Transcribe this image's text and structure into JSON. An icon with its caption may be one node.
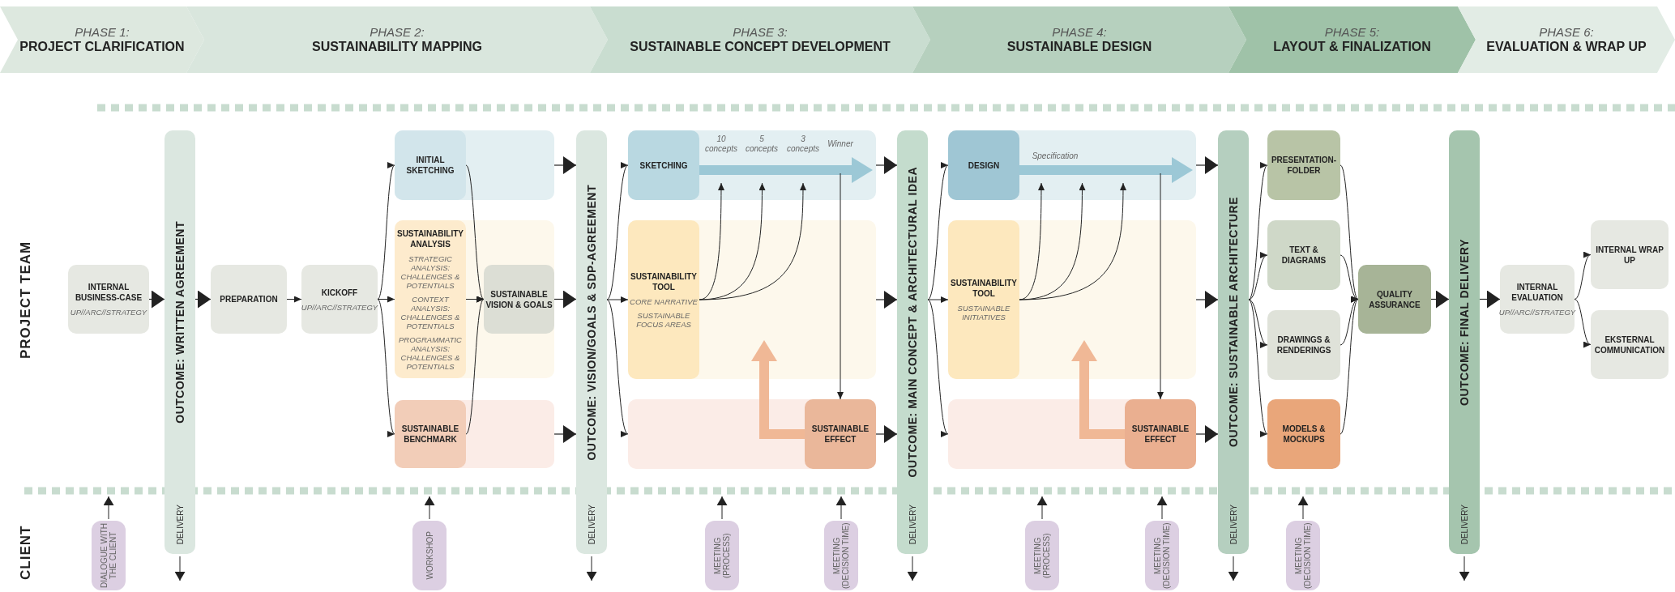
{
  "diagram": {
    "nodes": [
      {
        "text": [
          "PHASE 1:",
          "PROJECT CLARIFICATION"
        ]
      },
      {
        "text": [
          "PHASE 2:",
          "SUSTAINABILITY MAPPING"
        ]
      },
      {
        "text": [
          "PHASE 3:",
          "SUSTAINABLE CONCEPT DEVELOPMENT"
        ]
      },
      {
        "text": [
          "PHASE 4:",
          "SUSTAINABLE DESIGN"
        ]
      },
      {
        "text": [
          "PHASE 5:",
          "LAYOUT & FINALIZATION"
        ]
      },
      {
        "text": [
          "PHASE 6:",
          "EVALUATION & WRAP UP"
        ]
      },
      {
        "text": [
          "INTERNAL BUSINESS-CASE",
          "UP//ARC//STRATEGY"
        ]
      },
      {
        "text": [
          "OUTCOME: WRITTEN AGREEMENT",
          "DELIVERY"
        ]
      },
      {
        "text": [
          "PREPARATION"
        ]
      },
      {
        "text": [
          "KICKOFF",
          "UP//ARC//STRATEGY"
        ]
      },
      {
        "text": [],
        "shape": "box"
      },
      {
        "text": [
          "INITIAL SKETCHING"
        ],
        "in": 10
      },
      {
        "text": [],
        "shape": "box"
      },
      {
        "text": [
          "SUSTAINABILITY ANALYSIS",
          "STRATEGIC ANALYSIS: CHALLENGES & POTENTIALS",
          "CONTEXT ANALYSIS: CHALLENGES & POTENTIALS",
          "PROGRAMMATIC ANALYSIS: CHALLENGES & POTENTIALS"
        ],
        "in": 12
      },
      {
        "text": [
          "SUSTAINABLE VISION & GOALS"
        ],
        "in": 12
      },
      {
        "text": [],
        "shape": "box"
      },
      {
        "text": [
          "SUSTAINABLE BENCHMARK"
        ],
        "in": 15
      },
      {
        "text": [
          "OUTCOME: VISION/GOALS & SDP-AGREEMENT",
          "DELIVERY"
        ]
      },
      {
        "text": [],
        "shape": "box"
      },
      {
        "text": [
          "SKETCHING"
        ],
        "in": 18
      },
      {
        "text": [],
        "shape": "box"
      },
      {
        "text": [
          "SUSTAINABILITY TOOL",
          "CORE NARRATIVE",
          "SUSTAINABLE FOCUS AREAS"
        ],
        "in": 20
      },
      {
        "text": [],
        "shape": "box"
      },
      {
        "text": [
          "SUSTAINABLE EFFECT"
        ],
        "in": 22
      },
      {
        "text": [
          "OUTCOME: MAIN CONCEPT & ARCHITECTURAL IDEA",
          "DELIVERY"
        ]
      },
      {
        "text": [],
        "shape": "box"
      },
      {
        "text": [
          "DESIGN"
        ],
        "in": 25
      },
      {
        "text": [],
        "shape": "box"
      },
      {
        "text": [
          "SUSTAINABILITY TOOL",
          "SUSTAINABLE INITIATIVES"
        ],
        "in": 27
      },
      {
        "text": [],
        "shape": "box"
      },
      {
        "text": [
          "SUSTAINABLE EFFECT"
        ],
        "in": 29
      },
      {
        "text": [
          "OUTCOME: SUSTAINABLE ARCHITECTURE",
          "DELIVERY"
        ]
      },
      {
        "text": [
          "PRESENTATION- FOLDER"
        ]
      },
      {
        "text": [
          "TEXT & DIAGRAMS"
        ]
      },
      {
        "text": [
          "DRAWINGS & RENDERINGS"
        ]
      },
      {
        "text": [
          "MODELS & MOCKUPS"
        ]
      },
      {
        "text": [
          "QUALITY ASSURANCE"
        ]
      },
      {
        "text": [
          "OUTCOME: FINAL DELIVERY",
          "DELIVERY"
        ]
      },
      {
        "text": [
          "INTERNAL EVALUATION",
          "UP//ARC//STRATEGY"
        ]
      },
      {
        "text": [
          "INTERNAL WRAP UP"
        ]
      },
      {
        "text": [
          "EKSTERNAL COMMUNICATION"
        ]
      },
      {
        "text": [
          "DIALOGUE WITH THE CLIENT"
        ]
      },
      {
        "text": [
          "WORKSHOP"
        ]
      },
      {
        "text": [
          "MEETING (PROCESS)"
        ]
      },
      {
        "text": [
          "MEETING (DECISION TIME)"
        ]
      },
      {
        "text": [
          "MEETING (PROCESS)"
        ]
      },
      {
        "text": [
          "MEETING (DECISION TIME)"
        ]
      },
      {
        "text": [
          "MEETING (DECISION TIME)"
        ]
      }
    ],
    "edges": [
      {
        "from": 6,
        "to": 7,
        "arrow": "to"
      },
      {
        "from": 7,
        "to": 8,
        "arrow": "to"
      },
      {
        "from": 8,
        "to": 9,
        "arrow": "to"
      },
      {
        "from": 9,
        "to": 11,
        "arrow": "to"
      },
      {
        "from": 9,
        "to": 13,
        "arrow": "to"
      },
      {
        "from": 9,
        "to": 16,
        "arrow": "to"
      },
      {
        "from": 11,
        "to": 14,
        "arrow": "to"
      },
      {
        "from": 13,
        "to": 14,
        "arrow": "to"
      },
      {
        "from": 16,
        "to": 14,
        "arrow": "to"
      },
      {
        "from": 10,
        "to": 17,
        "arrow": "to"
      },
      {
        "from": 12,
        "to": 17,
        "arrow": "to"
      },
      {
        "from": 15,
        "to": 17,
        "arrow": "to"
      },
      {
        "from": 17,
        "to": 19,
        "arrow": "to"
      },
      {
        "from": 17,
        "to": 21,
        "arrow": "to"
      },
      {
        "from": 17,
        "to": 22,
        "arrow": "to"
      },
      {
        "from": 19,
        "to": 18,
        "arrow": "to",
        "style": "thick",
        "color": "#9cc8d6"
      },
      {
        "from": 21,
        "to": 18,
        "arrow": "to"
      },
      {
        "from": 21,
        "to": 18,
        "arrow": "to"
      },
      {
        "from": 21,
        "to": 18,
        "arrow": "to"
      },
      {
        "from": null,
        "to": 23,
        "arrow": "to"
      },
      {
        "from": 23,
        "to": 20,
        "arrow": "to",
        "style": "thick",
        "color": "#f0b896"
      },
      {
        "from": 18,
        "to": 24,
        "arrow": "to"
      },
      {
        "from": 20,
        "to": 24,
        "arrow": "to"
      },
      {
        "from": 22,
        "to": 24,
        "arrow": "to"
      },
      {
        "from": 24,
        "to": 26,
        "arrow": "to"
      },
      {
        "from": 24,
        "to": 28,
        "arrow": "to"
      },
      {
        "from": 24,
        "to": 29,
        "arrow": "to"
      },
      {
        "from": 26,
        "to": 25,
        "arrow": "to",
        "style": "thick",
        "color": "#9cc8d6"
      },
      {
        "from": 28,
        "to": 25,
        "arrow": "to"
      },
      {
        "from": 28,
        "to": 25,
        "arrow": "to"
      },
      {
        "from": 28,
        "to": 25,
        "arrow": "to"
      },
      {
        "from": null,
        "to": 30,
        "arrow": "to"
      },
      {
        "from": 30,
        "to": 27,
        "arrow": "to",
        "style": "thick",
        "color": "#f0b896"
      },
      {
        "from": 25,
        "to": 31,
        "arrow": "to"
      },
      {
        "from": 27,
        "to": 31,
        "arrow": "to"
      },
      {
        "from": 29,
        "to": 31,
        "arrow": "to"
      },
      {
        "from": 31,
        "to": 32,
        "arrow": "to"
      },
      {
        "from": 31,
        "to": 33,
        "arrow": "to"
      },
      {
        "from": 31,
        "to": 34,
        "arrow": "to"
      },
      {
        "from": 31,
        "to": 35,
        "arrow": "to"
      },
      {
        "from": 32,
        "to": 36,
        "arrow": "to"
      },
      {
        "from": 33,
        "to": 36,
        "arrow": "to"
      },
      {
        "from": 34,
        "to": 36,
        "arrow": "to"
      },
      {
        "from": 35,
        "to": 36,
        "arrow": "to"
      },
      {
        "from": 36,
        "to": 37,
        "arrow": "to"
      },
      {
        "from": 37,
        "to": 38,
        "arrow": "to"
      },
      {
        "from": 38,
        "to": 39,
        "arrow": "to"
      },
      {
        "from": 38,
        "to": 40,
        "arrow": "to"
      },
      {
        "from": 7,
        "to": null,
        "arrow": "to"
      },
      {
        "from": 17,
        "to": null,
        "arrow": "to"
      },
      {
        "from": 24,
        "to": null,
        "arrow": "to"
      },
      {
        "from": 31,
        "to": null,
        "arrow": "to"
      },
      {
        "from": 37,
        "to": null,
        "arrow": "to"
      },
      {
        "from": 41,
        "to": null,
        "arrow": "to"
      },
      {
        "from": 42,
        "to": null,
        "arrow": "to"
      },
      {
        "from": 43,
        "to": null,
        "arrow": "to"
      },
      {
        "from": 44,
        "to": null,
        "arrow": "to"
      },
      {
        "from": 45,
        "to": null,
        "arrow": "to"
      },
      {
        "from": 46,
        "to": null,
        "arrow": "to"
      },
      {
        "from": 47,
        "to": null,
        "arrow": "to"
      }
    ],
    "labels": [
      "PROJECT TEAM",
      "CLIENT",
      "10 concepts",
      "5 concepts",
      "3 concepts",
      "Winner",
      "Specification"
    ]
  }
}
